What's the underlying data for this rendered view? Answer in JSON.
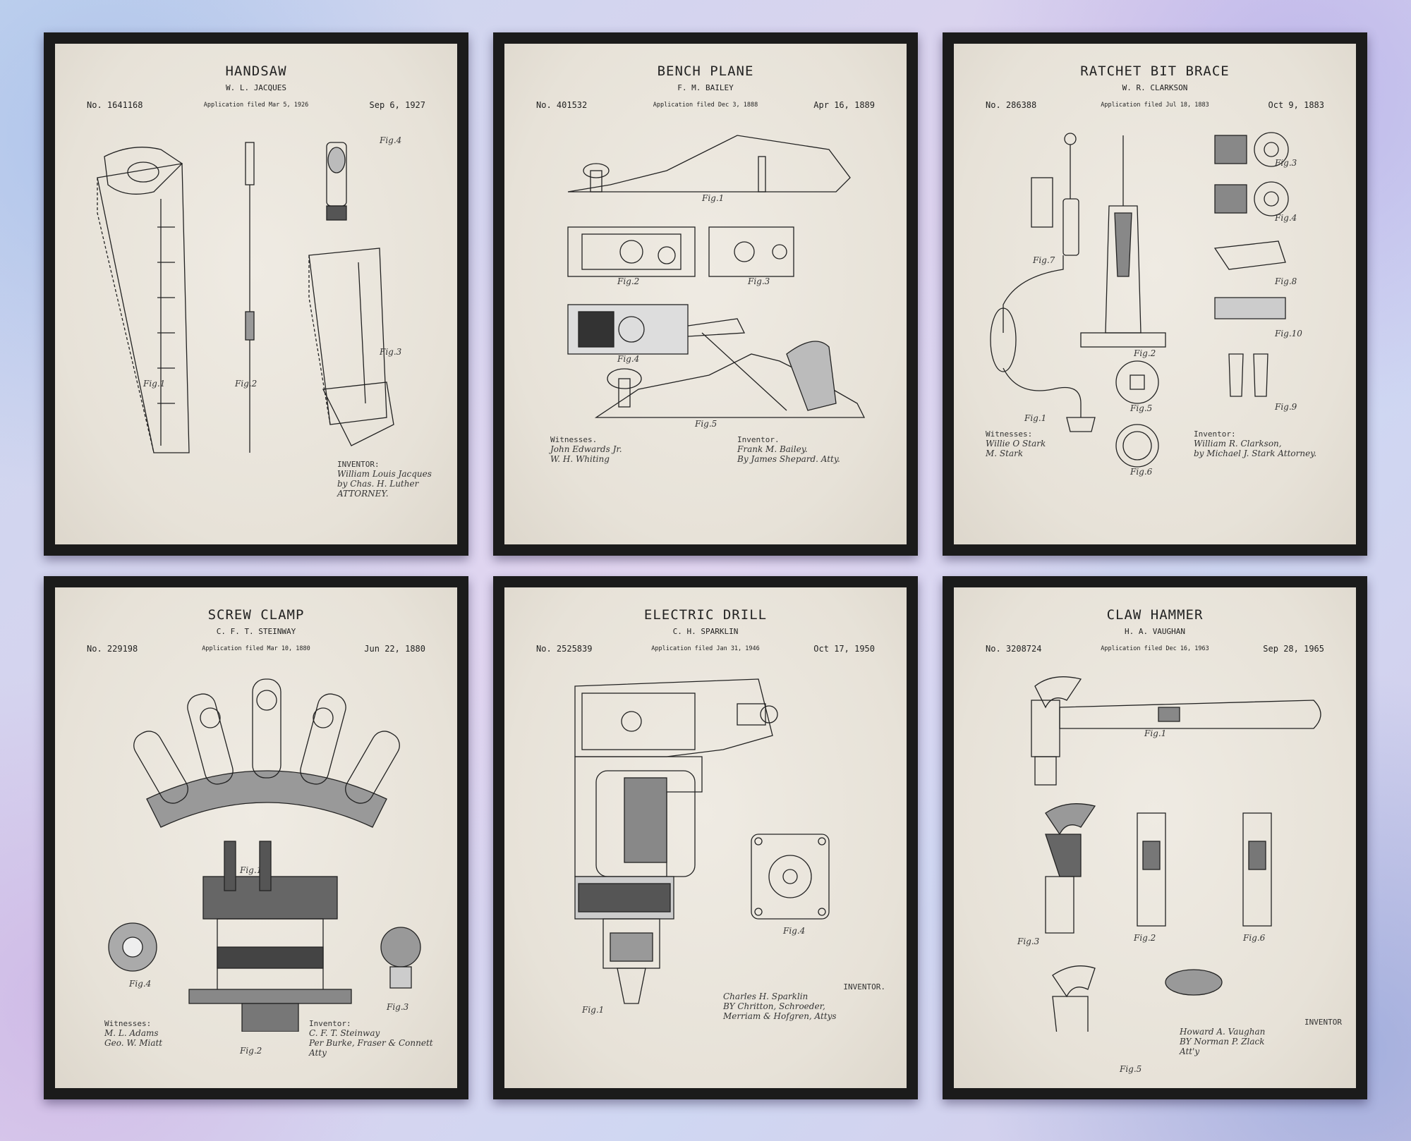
{
  "posters": [
    {
      "title": "HANDSAW",
      "inventor": "W. L. JACQUES",
      "patent_no": "No. 1641168",
      "filed": "Application filed Mar 5, 1926",
      "date": "Sep 6, 1927",
      "sig_label": "INVENTOR:",
      "sig_lines": [
        "William Louis Jacques",
        "by Chas. H. Luther",
        "ATTORNEY."
      ],
      "figs": [
        "Fig.1",
        "Fig.2",
        "Fig.3",
        "Fig.4"
      ]
    },
    {
      "title": "BENCH PLANE",
      "inventor": "F. M. BAILEY",
      "patent_no": "No. 401532",
      "filed": "Application filed Dec 3, 1888",
      "date": "Apr 16, 1889",
      "sig_label": "Witnesses.",
      "sig_lines": [
        "John Edwards Jr.",
        "W. H. Whiting",
        "Inventor.",
        "Frank M. Bailey.",
        "By James Shepard. Atty."
      ],
      "figs": [
        "Fig.1",
        "Fig.2",
        "Fig.3",
        "Fig.4",
        "Fig.5"
      ]
    },
    {
      "title": "RATCHET BIT BRACE",
      "inventor": "W. R. CLARKSON",
      "patent_no": "No. 286388",
      "filed": "Application filed Jul 18, 1883",
      "date": "Oct 9, 1883",
      "sig_label": "Witnesses:",
      "sig_lines": [
        "Willie O Stark",
        "M. Stark",
        "Inventor:",
        "William R. Clarkson,",
        "by Michael J. Stark Attorney."
      ],
      "figs": [
        "Fig.1",
        "Fig.2",
        "Fig.3",
        "Fig.4",
        "Fig.5",
        "Fig.6",
        "Fig.7",
        "Fig.8",
        "Fig.9",
        "Fig.10"
      ]
    },
    {
      "title": "SCREW CLAMP",
      "inventor": "C. F. T. STEINWAY",
      "patent_no": "No. 229198",
      "filed": "Application filed Mar 10, 1880",
      "date": "Jun 22, 1880",
      "sig_label": "Witnesses:",
      "sig_lines": [
        "M. L. Adams",
        "Geo. W. Miatt",
        "Inventor:",
        "C. F. T. Steinway",
        "Per Burke, Fraser & Connett Atty"
      ],
      "figs": [
        "Fig.1",
        "Fig.2",
        "Fig.3",
        "Fig.4"
      ]
    },
    {
      "title": "ELECTRIC DRILL",
      "inventor": "C. H. SPARKLIN",
      "patent_no": "No. 2525839",
      "filed": "Application filed Jan 31, 1946",
      "date": "Oct 17, 1950",
      "sig_label": "INVENTOR.",
      "sig_lines": [
        "Charles H. Sparklin",
        "BY Chritton, Schroeder,",
        "Merriam & Hofgren, Attys"
      ],
      "figs": [
        "Fig.1",
        "Fig.4"
      ]
    },
    {
      "title": "CLAW HAMMER",
      "inventor": "H. A. VAUGHAN",
      "patent_no": "No. 3208724",
      "filed": "Application filed Dec 16, 1963",
      "date": "Sep 28, 1965",
      "sig_label": "INVENTOR",
      "sig_lines": [
        "Howard A. Vaughan",
        "BY Norman P. Zlack",
        "Att'y"
      ],
      "figs": [
        "Fig.1",
        "Fig.2",
        "Fig.3",
        "Fig.5",
        "Fig.6"
      ]
    }
  ]
}
